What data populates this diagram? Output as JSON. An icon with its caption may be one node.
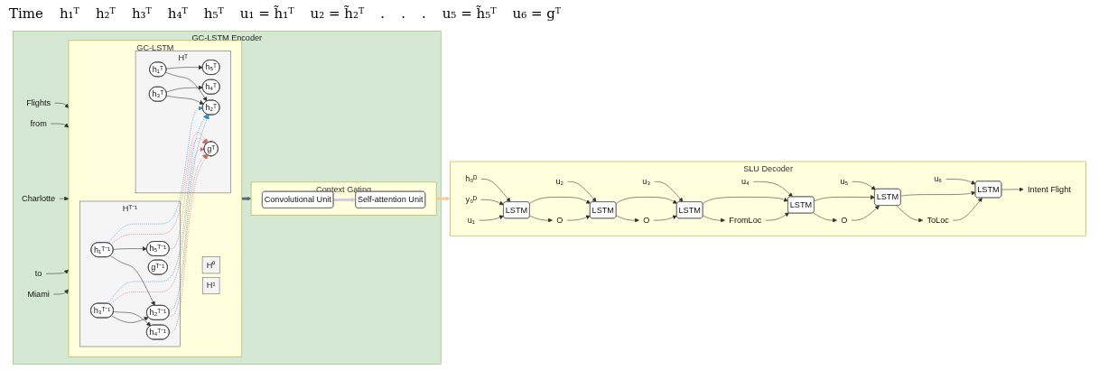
{
  "diagram": {
    "nodes": [
      {
        "text": [
          "GC-LSTM Encoder"
        ]
      },
      {
        "text": [
          "GC-LSTM"
        ],
        "in": 0
      },
      {
        "text": [
          "H⁰"
        ],
        "in": 1
      },
      {
        "text": [
          "H¹"
        ],
        "in": 1
      },
      {
        "text": [
          "Hᵀ⁻¹"
        ],
        "in": 1
      },
      {
        "text": [
          "gᵀ⁻¹"
        ],
        "in": 4
      },
      {
        "text": [
          "h₁ᵀ⁻¹"
        ],
        "in": 4
      },
      {
        "text": [
          "h₂ᵀ⁻¹"
        ],
        "in": 4
      },
      {
        "text": [
          "h₃ᵀ⁻¹"
        ],
        "in": 4
      },
      {
        "text": [
          "h₅ᵀ⁻¹"
        ],
        "in": 4
      },
      {
        "text": [
          "h₄ᵀ⁻¹"
        ],
        "in": 4
      },
      {
        "text": [
          "Hᵀ"
        ],
        "in": 1
      },
      {
        "text": [
          "gᵀ"
        ],
        "in": 11
      },
      {
        "text": [
          "h₁ᵀ"
        ],
        "in": 11
      },
      {
        "text": [
          "h₂ᵀ"
        ],
        "in": 11
      },
      {
        "text": [
          "h₃ᵀ"
        ],
        "in": 11
      },
      {
        "text": [
          "h₅ᵀ"
        ],
        "in": 11
      },
      {
        "text": [
          "h₄ᵀ"
        ],
        "in": 11
      },
      {
        "text": [
          "Flights"
        ],
        "in": 0
      },
      {
        "text": [
          "from"
        ],
        "in": 0
      },
      {
        "text": [
          "Charlotte"
        ],
        "in": 0
      },
      {
        "text": [
          "to"
        ],
        "in": 0
      },
      {
        "text": [
          "Miami"
        ],
        "in": 0
      },
      {
        "text": [
          "Context Gating"
        ],
        "in": 0
      },
      {
        "text": [
          "Convolutional Unit"
        ],
        "in": 23
      },
      {
        "text": [
          "Self-attention Unit"
        ],
        "in": 23
      },
      {
        "text": [
          "SLU Decoder"
        ]
      },
      {
        "text": [
          "LSTM"
        ],
        "in": 26
      },
      {
        "text": [
          "LSTM"
        ],
        "in": 26
      },
      {
        "text": [
          "LSTM"
        ],
        "in": 26
      },
      {
        "text": [
          "LSTM"
        ],
        "in": 26
      },
      {
        "text": [
          "LSTM"
        ],
        "in": 26
      },
      {
        "text": [
          "LSTM"
        ],
        "in": 26
      },
      {
        "text": [
          "O"
        ],
        "in": 26
      },
      {
        "text": [
          "O"
        ],
        "in": 26
      },
      {
        "text": [
          "FromLoc"
        ],
        "in": 26
      },
      {
        "text": [
          "O"
        ],
        "in": 26
      },
      {
        "text": [
          "ToLoc"
        ],
        "in": 26
      },
      {
        "text": [
          "Intent Flight"
        ],
        "in": 26
      },
      {
        "text": [
          "u₁"
        ],
        "in": 26
      },
      {
        "text": [
          "u₂"
        ],
        "in": 26
      },
      {
        "text": [
          "u₃"
        ],
        "in": 26
      },
      {
        "text": [
          "u₄"
        ],
        "in": 26
      },
      {
        "text": [
          "u₅"
        ],
        "in": 26
      },
      {
        "text": [
          "u₆"
        ],
        "in": 26
      },
      {
        "text": [
          "h₀ᴰ"
        ],
        "in": 26
      },
      {
        "text": [
          "y₀ᴰ"
        ],
        "in": 26
      }
    ],
    "edges": [
      {
        "from": 18,
        "to": 1,
        "arrow": "to"
      },
      {
        "from": 19,
        "to": 1,
        "arrow": "to"
      },
      {
        "from": 20,
        "to": 1,
        "arrow": "to"
      },
      {
        "from": 21,
        "to": 1,
        "arrow": "to"
      },
      {
        "from": 22,
        "to": 1,
        "arrow": "to"
      },
      {
        "from": 6,
        "to": 7,
        "arrow": "to"
      },
      {
        "from": 6,
        "to": 9,
        "arrow": "to"
      },
      {
        "from": 8,
        "to": 7,
        "arrow": "to"
      },
      {
        "from": 8,
        "to": 10,
        "arrow": "to"
      },
      {
        "from": 13,
        "to": 14,
        "arrow": "to"
      },
      {
        "from": 13,
        "to": 16,
        "arrow": "to"
      },
      {
        "from": 15,
        "to": 14,
        "arrow": "to"
      },
      {
        "from": 15,
        "to": 17,
        "arrow": "to"
      },
      {
        "from": 6,
        "to": 12,
        "arrow": "to",
        "style": "dashed",
        "color": "#d06a6a"
      },
      {
        "from": 7,
        "to": 12,
        "arrow": "to",
        "style": "dashed",
        "color": "#d06a6a"
      },
      {
        "from": 8,
        "to": 12,
        "arrow": "to",
        "style": "dashed",
        "color": "#d06a6a"
      },
      {
        "from": 9,
        "to": 12,
        "arrow": "to",
        "style": "dashed",
        "color": "#d06a6a"
      },
      {
        "from": 10,
        "to": 12,
        "arrow": "to",
        "style": "dashed",
        "color": "#d06a6a"
      },
      {
        "from": 6,
        "to": 14,
        "arrow": "to",
        "style": "dashed",
        "color": "#2a8fd0"
      },
      {
        "from": 7,
        "to": 14,
        "arrow": "to",
        "style": "dashed",
        "color": "#2a8fd0"
      },
      {
        "from": 8,
        "to": 14,
        "arrow": "to",
        "style": "dashed",
        "color": "#2a8fd0"
      },
      {
        "from": 1,
        "to": 23,
        "arrow": "to",
        "style": "thick",
        "color": "#56687a"
      },
      {
        "from": 24,
        "to": 25,
        "arrow": "to",
        "style": "thick",
        "color": "#d9c6e6"
      },
      {
        "from": 23,
        "to": 26,
        "arrow": "to",
        "style": "thick",
        "color": "#f7c99a"
      },
      {
        "from": 45,
        "to": 27,
        "arrow": "to"
      },
      {
        "from": 46,
        "to": 27,
        "arrow": "to"
      },
      {
        "from": 39,
        "to": 27,
        "arrow": "to"
      },
      {
        "from": 40,
        "to": 28,
        "arrow": "to"
      },
      {
        "from": 41,
        "to": 29,
        "arrow": "to"
      },
      {
        "from": 42,
        "to": 30,
        "arrow": "to"
      },
      {
        "from": 43,
        "to": 31,
        "arrow": "to"
      },
      {
        "from": 44,
        "to": 32,
        "arrow": "to"
      },
      {
        "from": 27,
        "to": 33,
        "arrow": "to"
      },
      {
        "from": 28,
        "to": 34,
        "arrow": "to"
      },
      {
        "from": 29,
        "to": 35,
        "arrow": "to"
      },
      {
        "from": 30,
        "to": 36,
        "arrow": "to"
      },
      {
        "from": 31,
        "to": 37,
        "arrow": "to"
      },
      {
        "from": 32,
        "to": 38,
        "arrow": "to"
      },
      {
        "from": 27,
        "to": 28,
        "arrow": "to"
      },
      {
        "from": 28,
        "to": 29,
        "arrow": "to"
      },
      {
        "from": 29,
        "to": 30,
        "arrow": "to"
      },
      {
        "from": 30,
        "to": 31,
        "arrow": "to"
      },
      {
        "from": 31,
        "to": 32,
        "arrow": "to"
      },
      {
        "from": 33,
        "to": 28,
        "arrow": "to"
      },
      {
        "from": 34,
        "to": 29,
        "arrow": "to"
      },
      {
        "from": 35,
        "to": 30,
        "arrow": "to"
      },
      {
        "from": 36,
        "to": 31,
        "arrow": "to"
      },
      {
        "from": 37,
        "to": 32,
        "arrow": "to"
      }
    ],
    "labels": [
      "Time",
      "h₁ᵀ",
      "h₂ᵀ",
      "h₃ᵀ",
      "h₄ᵀ",
      "h₅ᵀ",
      "u₁ = h̃₁ᵀ",
      "u₂ = h̃₂ᵀ",
      ".",
      ".",
      ".",
      "u₅ = h̃₅ᵀ",
      "u₆ = gᵀ"
    ]
  }
}
